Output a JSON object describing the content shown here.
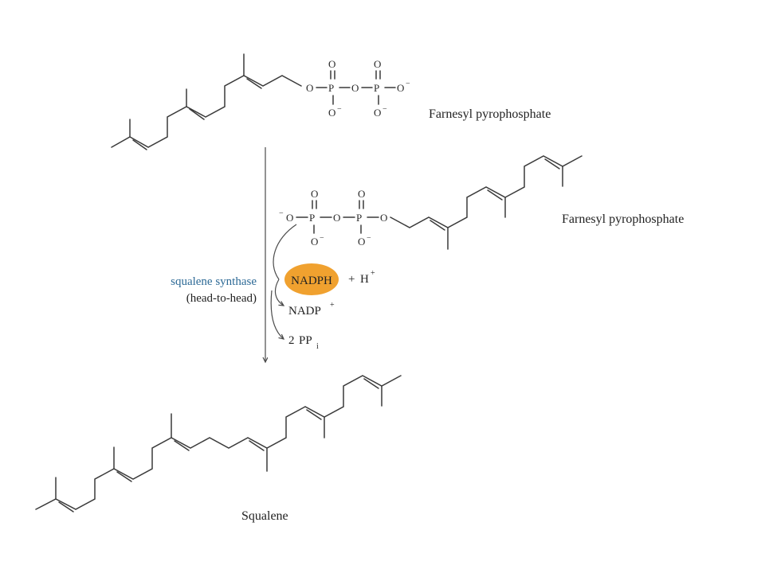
{
  "labels": {
    "fpp_top": "Farnesyl pyrophosphate",
    "fpp_right": "Farnesyl pyrophosphate",
    "product": "Squalene"
  },
  "enzyme": {
    "name": "squalene synthase",
    "mode": "(head-to-head)",
    "color": "#2d6a96"
  },
  "cofactors": {
    "nadph": "NADPH",
    "nadph_color": "#f0a12f",
    "plus": "+",
    "h": "H",
    "h_charge": "+",
    "nadp": "NADP",
    "nadp_charge": "+",
    "ppi_coef": "2",
    "ppi": "PP",
    "ppi_sub": "i"
  },
  "atoms": {
    "O": "O",
    "P": "P",
    "neg": "−"
  }
}
